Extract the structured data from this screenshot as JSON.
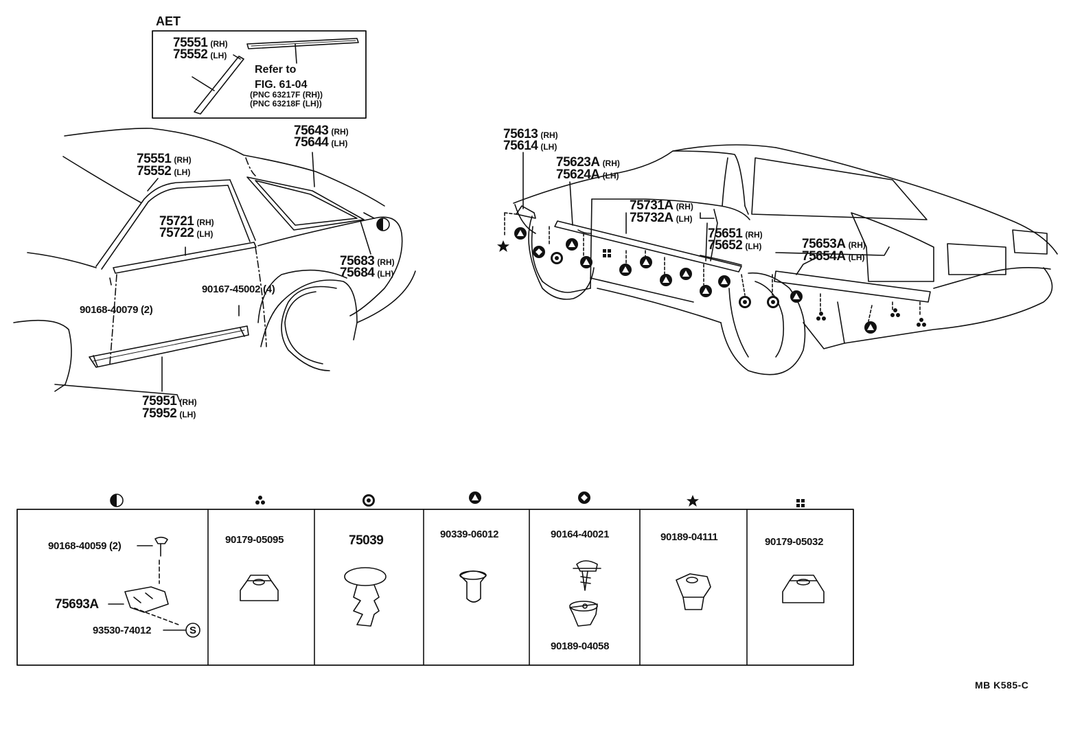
{
  "inset": {
    "title": "AET",
    "parts": [
      {
        "number": "75551",
        "side": "(RH)"
      },
      {
        "number": "75552",
        "side": "(LH)"
      }
    ],
    "refer_line1": "Refer to",
    "refer_line2": "FIG. 61-04",
    "pnc_rh": "(PNC 63217F (RH))",
    "pnc_lh": "(PNC 63218F (LH))"
  },
  "left_view": {
    "p75643": {
      "number": "75643",
      "side": "(RH)"
    },
    "p75644": {
      "number": "75644",
      "side": "(LH)"
    },
    "p75551": {
      "number": "75551",
      "side": "(RH)"
    },
    "p75552": {
      "number": "75552",
      "side": "(LH)"
    },
    "p75721": {
      "number": "75721",
      "side": "(RH)"
    },
    "p75722": {
      "number": "75722",
      "side": "(LH)"
    },
    "p75683": {
      "number": "75683",
      "side": "(RH)"
    },
    "p75684": {
      "number": "75684",
      "side": "(LH)"
    },
    "p90167": "90167-45002 (4)",
    "p90168": "90168-40079 (2)",
    "p75951": {
      "number": "75951",
      "side": "(RH)"
    },
    "p75952": {
      "number": "75952",
      "side": "(LH)"
    }
  },
  "right_view": {
    "p75613": {
      "number": "75613",
      "side": "(RH)"
    },
    "p75614": {
      "number": "75614",
      "side": "(LH)"
    },
    "p75623A": {
      "number": "75623A",
      "side": "(RH)"
    },
    "p75624A": {
      "number": "75624A",
      "side": "(LH)"
    },
    "p75731A": {
      "number": "75731A",
      "side": "(RH)"
    },
    "p75732A": {
      "number": "75732A",
      "side": "(LH)"
    },
    "p75651": {
      "number": "75651",
      "side": "(RH)"
    },
    "p75652": {
      "number": "75652",
      "side": "(LH)"
    },
    "p75653A": {
      "number": "75653A",
      "side": "(RH)"
    },
    "p75654A": {
      "number": "75654A",
      "side": "(LH)"
    }
  },
  "fasteners": {
    "half_circle": {
      "screw": "90168-40059 (2)",
      "bracket": "75693A",
      "part_s": "93530-74012",
      "s_mark": "S"
    },
    "tri_dot": {
      "part": "90179-05095"
    },
    "ring_dot": {
      "part": "75039"
    },
    "triangle": {
      "part": "90339-06012"
    },
    "diamond": {
      "screw": "90164-40021",
      "nut": "90189-04058"
    },
    "star": {
      "part": "90189-04111"
    },
    "four_square": {
      "part": "90179-05032"
    }
  },
  "footer_code": "MB  K585-C",
  "icons": [
    "half-circle-icon",
    "tri-dot-icon",
    "ring-dot-icon",
    "triangle-icon",
    "diamond-icon",
    "star-icon",
    "four-square-icon"
  ]
}
